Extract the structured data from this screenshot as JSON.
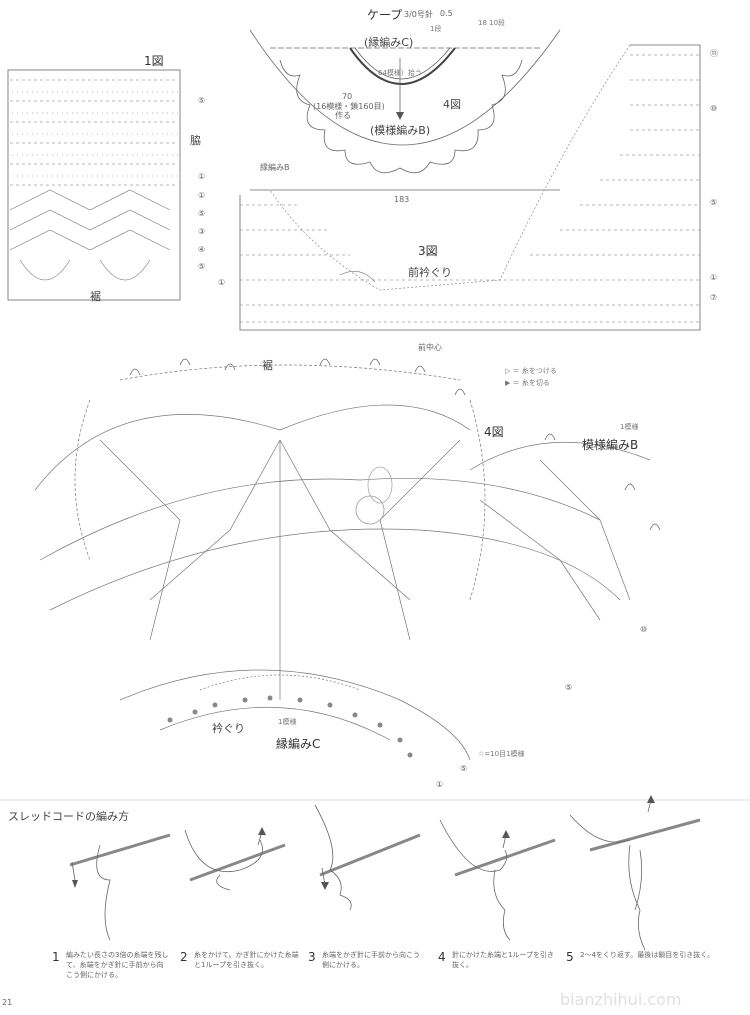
{
  "cape": {
    "title": "ケープ",
    "hook": "3/0号針",
    "hook_size": "0.5",
    "edging_c": "(縁編みC)",
    "neck_note": "64模様）拾う",
    "row_counts": "1段",
    "row_marks": "18 10段",
    "width_note": "70",
    "width_detail": "(16模様・鎖160目)",
    "make": "作る",
    "pattern_b": "(模様編みB)",
    "fig4_ref": "4図",
    "bottom_width": "183"
  },
  "fig1": {
    "title": "1図",
    "side_label": "脇",
    "hem_label": "裾",
    "row_numbers": [
      "⑤",
      "①",
      "①",
      "⑤",
      "③",
      "④",
      "⑤"
    ]
  },
  "fig3": {
    "title": "3図",
    "neck_label": "前衿ぐり",
    "edging_b": "縁編みB",
    "center_front": "前中心",
    "row_numbers": [
      "⑪",
      "⑩",
      "⑤",
      "①",
      "⑦"
    ],
    "left_row_number": "①"
  },
  "fig4": {
    "title": "4図",
    "hem_label": "裾",
    "one_repeat": "1模様",
    "pattern_b": "模様編みB",
    "neck_label": "衿ぐり",
    "one_repeat_c": "1模様",
    "edging_c": "縁編みC",
    "star_note": "☆=10目1模様",
    "row_numbers": [
      "⑩",
      "⑤",
      "⑤",
      "①"
    ]
  },
  "legend": {
    "attach": "▷ ＝ 糸をつける",
    "cut": "▶ ＝ 糸を切る"
  },
  "thread_cord": {
    "title": "スレッドコードの編み方",
    "steps": [
      {
        "num": "1",
        "text": "編みたい長さの3倍の糸端を残して、糸端をかぎ針に手前から向こう側にかける。"
      },
      {
        "num": "2",
        "text": "糸をかけて、かぎ針にかけた糸端と1ループを引き抜く。"
      },
      {
        "num": "3",
        "text": "糸端をかぎ針に手前から向こう側にかける。"
      },
      {
        "num": "4",
        "text": "針にかけた糸端と1ループを引き抜く。"
      },
      {
        "num": "5",
        "text": "2〜4をくり返す。最後は鎖目を引き抜く。"
      }
    ]
  },
  "page_number": "21",
  "watermark": "bianzhihui.com"
}
